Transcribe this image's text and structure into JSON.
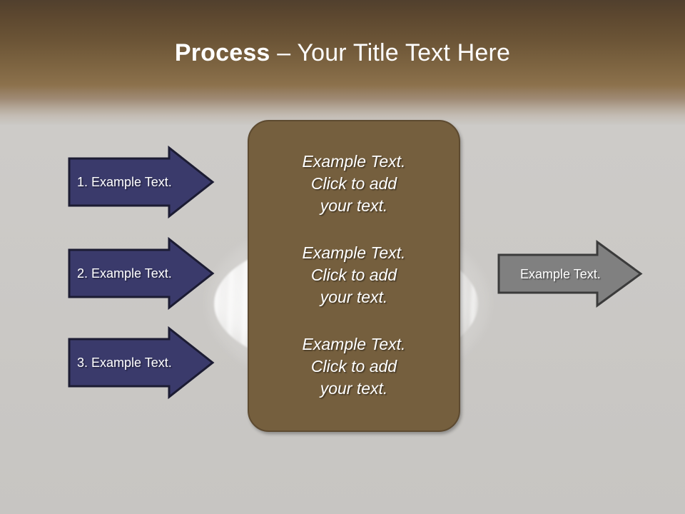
{
  "slide": {
    "title": {
      "bold_part": "Process",
      "regular_part": " – Your Title Text Here"
    },
    "colors": {
      "header_top": "#51402e",
      "header_bottom": "#8c714c",
      "body_background": "#cbc9c6",
      "center_box_fill": "#755f3e",
      "center_box_border": "#5d4a30",
      "input_arrow_fill": "#3a3a6b",
      "input_arrow_border": "#1c1c33",
      "output_arrow_fill": "#808080",
      "output_arrow_border": "#3b3b3b",
      "text_white": "#ffffff"
    },
    "input_arrows": [
      {
        "label": "1. Example Text."
      },
      {
        "label": "2. Example Text."
      },
      {
        "label": "3. Example Text."
      }
    ],
    "center_blocks": [
      {
        "text": "Example Text.\nClick  to add\nyour text."
      },
      {
        "text": "Example Text.\nClick  to add\nyour text."
      },
      {
        "text": "Example Text.\nClick  to add\nyour text."
      }
    ],
    "output_arrow": {
      "label": "Example Text."
    }
  }
}
